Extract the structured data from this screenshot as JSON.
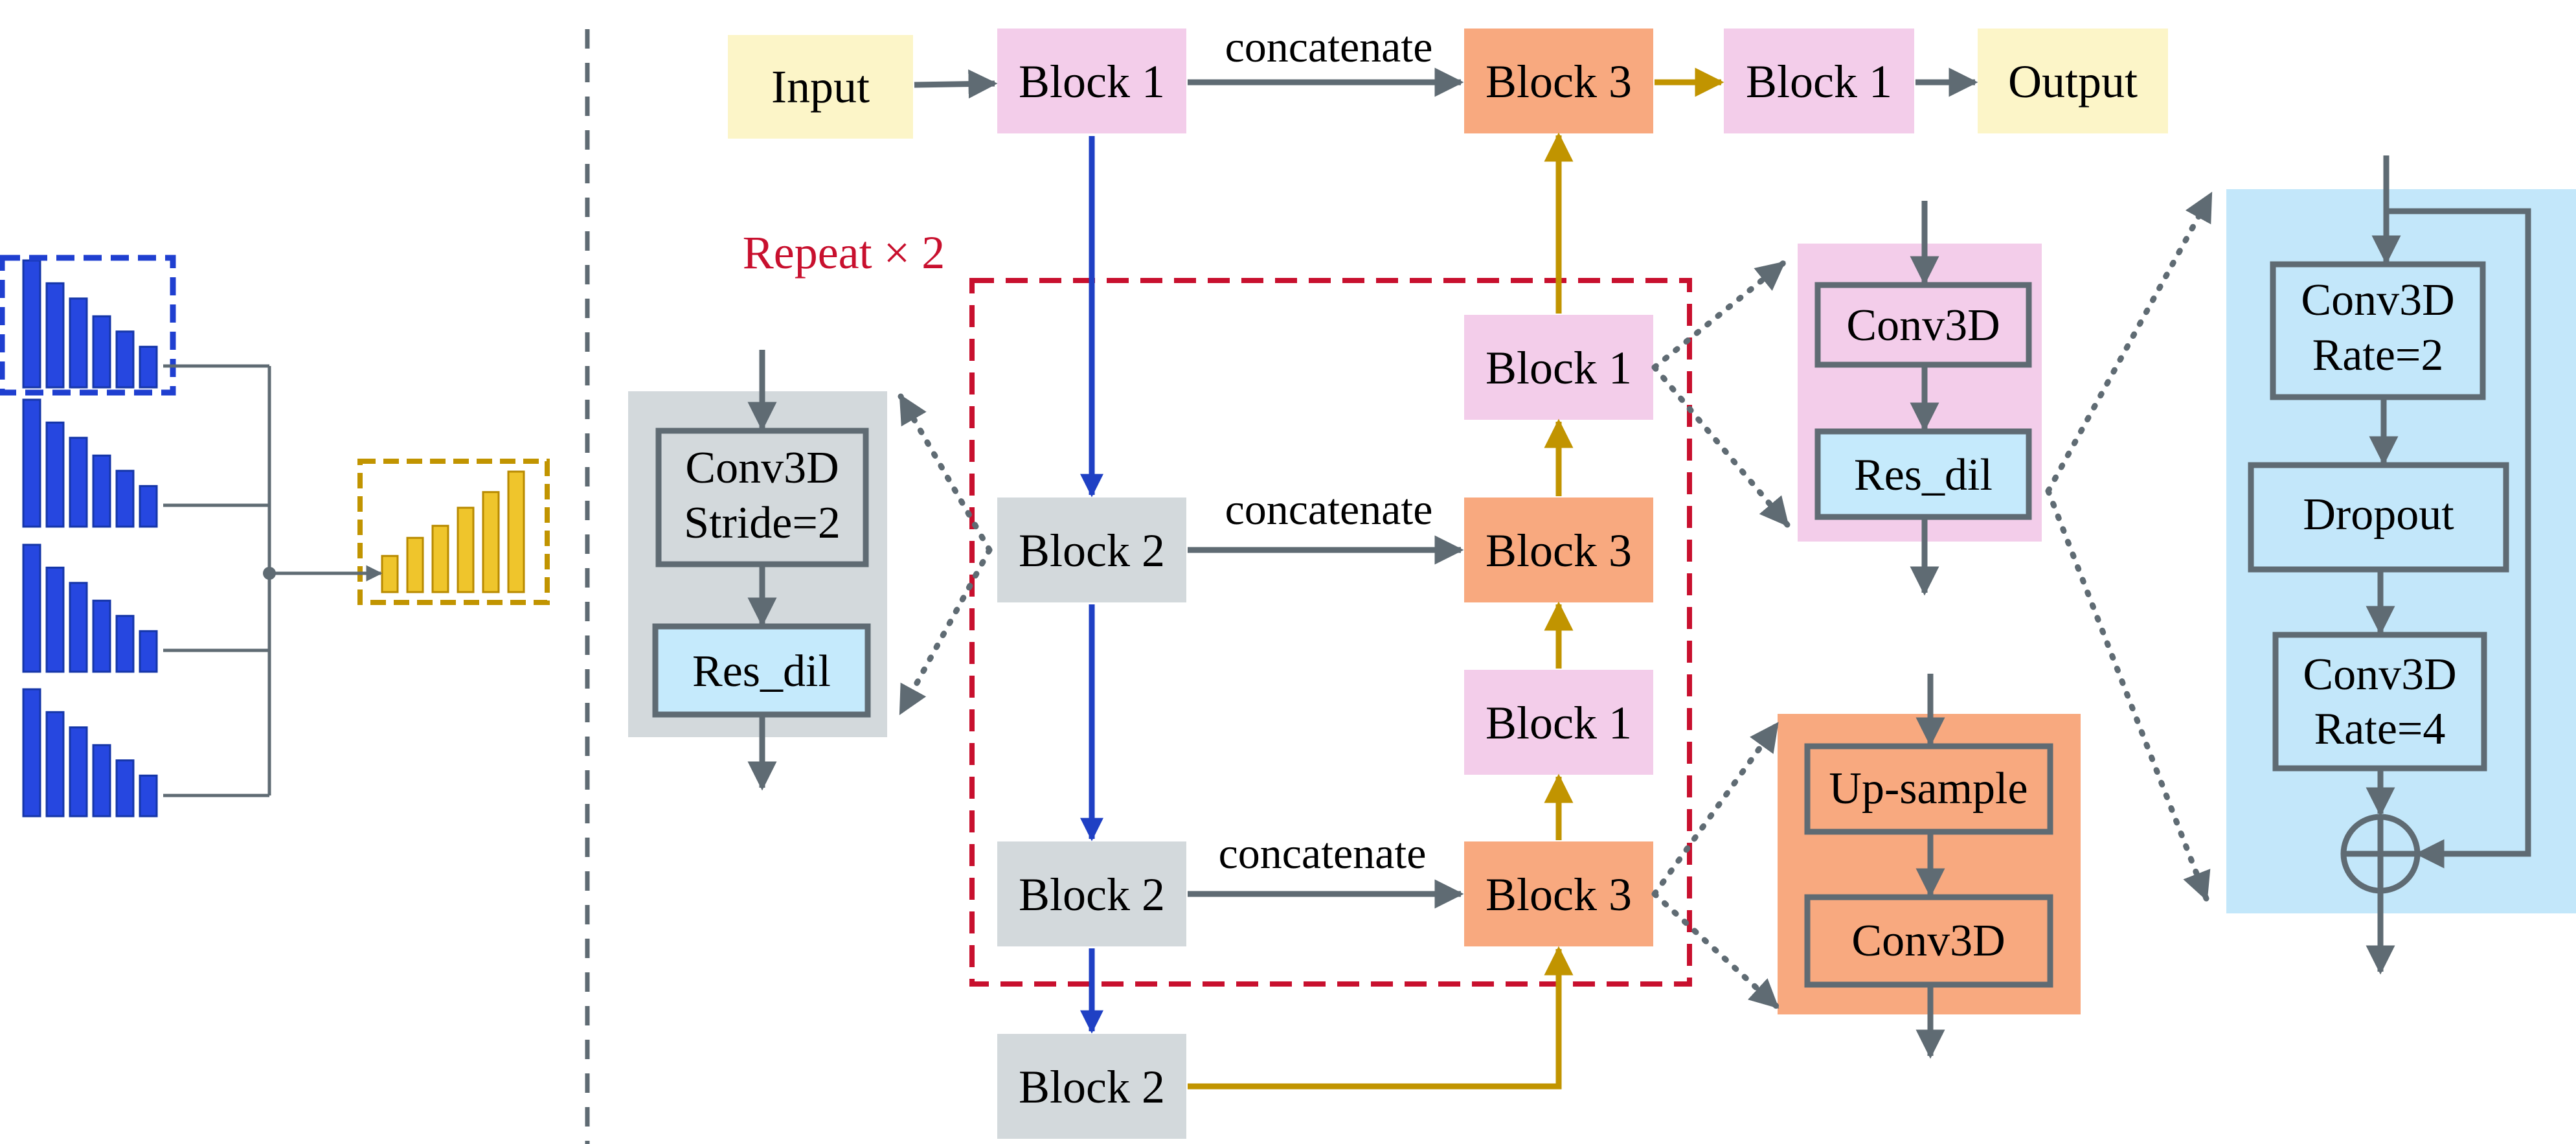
{
  "colors": {
    "input_fill": "#fcf5c8",
    "block1_fill": "#f3cdea",
    "block2_fill": "#d3d9dc",
    "block3_fill": "#f8a97f",
    "resdil_fill": "#c5eafc",
    "panel_blue": "#c3e7fa",
    "panel_gray": "#d3d9dc",
    "panel_pink": "#f3cdea",
    "panel_orange": "#f8a97f",
    "arrow_gray": "#5f6b73",
    "arrow_blue": "#1f40c4",
    "arrow_gold": "#c19400",
    "dash_red": "#c8102e",
    "dash_blue": "#1f3fd0",
    "dash_gold": "#c19400",
    "bar_blue": "#2647e0",
    "bar_gold": "#efc52c",
    "repeat_text": "#c8102e"
  },
  "main": {
    "input": "Input",
    "output": "Output",
    "top_block1": "Block 1",
    "top_block3": "Block 3",
    "top_block1b": "Block 1",
    "concat_top": "concatenate",
    "repeat": "Repeat × 2",
    "mid_block2": "Block 2",
    "mid_block3": "Block 3",
    "mid_block1_upper": "Block 1",
    "mid_block1_lower": "Block 1",
    "concat_mid": "concatenate",
    "low_block2": "Block 2",
    "low_block3": "Block 3",
    "concat_low": "concatenate",
    "bottom_block2": "Block 2"
  },
  "block2_detail": {
    "conv_line1": "Conv3D",
    "conv_line2": "Stride=2",
    "res": "Res_dil"
  },
  "block1_detail": {
    "conv": "Conv3D",
    "res": "Res_dil"
  },
  "block3_detail": {
    "up": "Up-sample",
    "conv": "Conv3D"
  },
  "resdil_detail": {
    "conv1_line1": "Conv3D",
    "conv1_line2": "Rate=2",
    "dropout": "Dropout",
    "conv2_line1": "Conv3D",
    "conv2_line2": "Rate=4"
  },
  "bar_groups": {
    "blue": [
      [
        1.0,
        0.82,
        0.7,
        0.56,
        0.44,
        0.32
      ],
      [
        1.0,
        0.82,
        0.7,
        0.56,
        0.44,
        0.32
      ],
      [
        1.0,
        0.82,
        0.7,
        0.56,
        0.44,
        0.32
      ],
      [
        1.0,
        0.82,
        0.7,
        0.56,
        0.44,
        0.32
      ]
    ],
    "gold": [
      0.3,
      0.45,
      0.55,
      0.7,
      0.83,
      1.0
    ]
  }
}
